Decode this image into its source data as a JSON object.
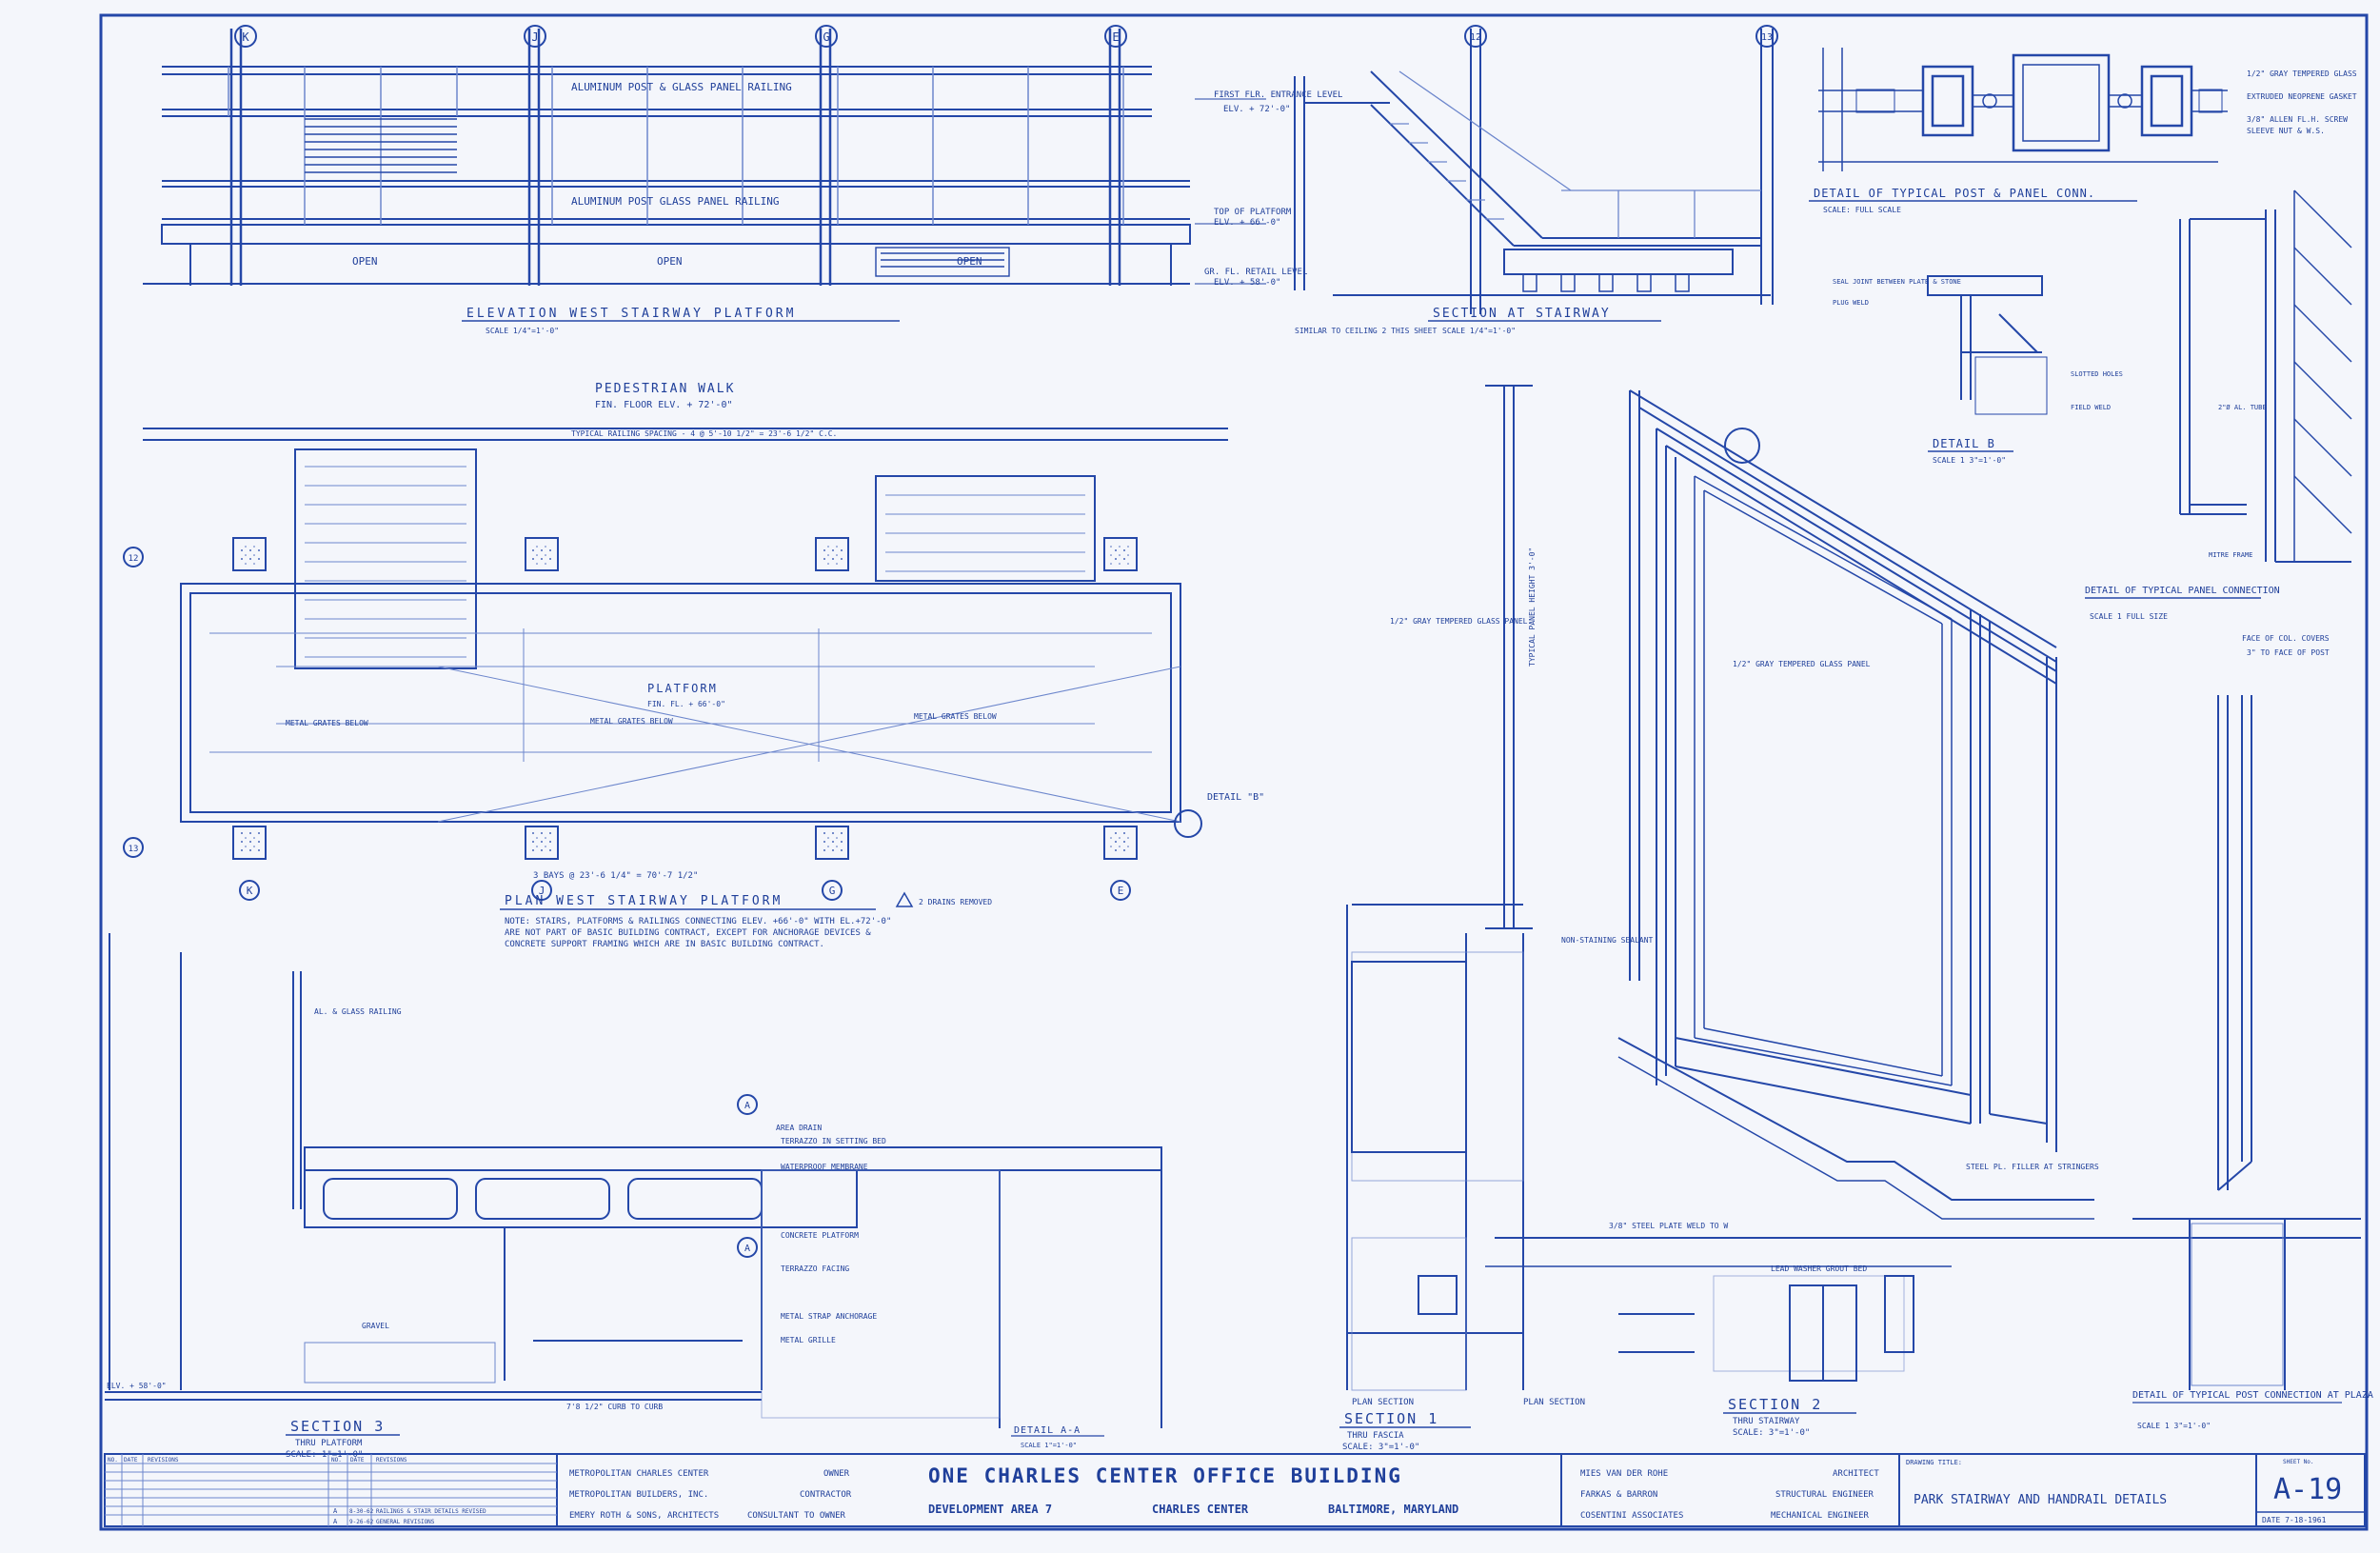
{
  "drawings": {
    "elevation": {
      "title": "ELEVATION  WEST  STAIRWAY  PLATFORM",
      "scale": "SCALE  1/4\"=1'-0\"",
      "labels": [
        "ALUMINUM POST & GLASS PANEL RAILING",
        "ALUMINUM POST  GLASS PANEL RAILING",
        "OPEN",
        "OPEN",
        "OPEN"
      ],
      "grid": [
        "K",
        "J",
        "G",
        "E"
      ],
      "levels": [
        "FIRST FLR. ENTRANCE LEVEL",
        "ELV. + 72'-0\"",
        "TOP OF PLATFORM",
        "ELV. + 66'-0\"",
        "GR. FL. RETAIL LEVEL",
        "ELV. + 58'-0\""
      ]
    },
    "section_stair": {
      "title": "SECTION  AT  STAIRWAY",
      "scale": "SCALE  1/4\"=1'-0\"",
      "grid": [
        "12",
        "13"
      ],
      "note": "SIMILAR TO CEILING 2 THIS SHEET"
    },
    "post_conn": {
      "title": "DETAIL  OF  TYPICAL  POST  &  PANEL  CONN.",
      "scale": "SCALE:  FULL  SCALE",
      "notes": [
        "1/2\" GRAY TEMPERED GLASS",
        "EXTRUDED NEOPRENE GASKET",
        "3/8\" ALLEN FL.H. SCREW",
        "SLEEVE NUT & W.S."
      ]
    },
    "detail_b": {
      "title": "DETAIL  B",
      "scale": "SCALE  1  3\"=1'-0\"",
      "notes": [
        "SEAL JOINT BETWEEN PLATE & STONE",
        "SLOTTED HOLES",
        "FIELD WELD",
        "PLUG WELD"
      ]
    },
    "panel_conn": {
      "title": "DETAIL  OF  TYPICAL  PANEL  CONNECTION",
      "scale": "SCALE  1  FULL SIZE",
      "notes": [
        "MITRE FRAME",
        "2\"Ø AL. TUBE",
        "FACE OF COL. COVERS",
        "3\" TO FACE OF POST"
      ]
    },
    "plan": {
      "title": "PLAN  WEST  STAIRWAY  PLATFORM",
      "revision_note": "2 DRAINS REMOVED",
      "walk": "PEDESTRIAN  WALK",
      "walk_floor": "FIN. FLOOR  ELV. + 72'-0\"",
      "platform": "PLATFORM",
      "platform_floor": "FIN. FL. + 66'-0\"",
      "grates": [
        "METAL GRATES BELOW",
        "METAL GRATES BELOW",
        "METAL GRATES BELOW"
      ],
      "spacing": "TYPICAL RAILING SPACING - 4 @ 5'-10 1/2\" = 23'-6 1/2\" C.C.",
      "bays": "3 BAYS @ 23'-6 1/4\" = 70'-7 1/2\"",
      "detail_ref": "DETAIL \"B\"",
      "grid_bottom": [
        "K",
        "J",
        "G",
        "E"
      ],
      "grid_side": [
        "12",
        "13"
      ],
      "note": "NOTE:  STAIRS, PLATFORMS & RAILINGS CONNECTING ELEV. +66'-0\" WITH EL.+72'-0\" ARE NOT PART OF BASIC BUILDING CONTRACT, EXCEPT FOR ANCHORAGE DEVICES & CONCRETE SUPPORT FRAMING WHICH ARE IN BASIC BUILDING CONTRACT."
    },
    "section3": {
      "title": "SECTION  3",
      "sub": "THRU  PLATFORM",
      "scale": "SCALE:  1\"=1'-0\"",
      "labels": [
        "AL. & GLASS RAILING",
        "AREA DRAIN",
        "TERRAZZO IN SETTING BED",
        "WATERPROOF MEMBRANE",
        "CONCRETE PLATFORM",
        "TERRAZZO FACING",
        "METAL STRAP ANCHORAGE",
        "METAL GRILLE",
        "GRAVEL",
        "ELV. + 58'-0\"",
        "7'8 1/2\" CURB TO CURB"
      ]
    },
    "detail_aa": {
      "title": "DETAIL  A-A",
      "scale": "SCALE  1\"=1'-0\""
    },
    "section1": {
      "title": "SECTION  1",
      "sub": "THRU  FASCIA",
      "scale": "SCALE:  3\"=1'-0\"",
      "plan": [
        "PLAN  SECTION",
        "PLAN  SECTION"
      ]
    },
    "section2": {
      "title": "SECTION  2",
      "sub": "THRU  STAIRWAY",
      "scale": "SCALE:  3\"=1'-0\"",
      "labels": [
        "TYPICAL PANEL HEIGHT 3'-0\"",
        "1/2\" GRAY TEMPERED GLASS PANEL",
        "1/2\" GRAY TEMPERED GLASS PANEL",
        "NON-STAINING SEALANT",
        "STEEL PL. FILLER AT STRINGERS",
        "3/8\" STEEL PLATE WELD TO W",
        "LEAD WASHER GROUT BED"
      ]
    },
    "plaza": {
      "title": "DETAIL  OF  TYPICAL  POST  CONNECTION  AT  PLAZA",
      "scale": "SCALE  1  3\"=1'-0\""
    }
  },
  "title_block": {
    "revisions_header": [
      "NO.",
      "DATE",
      "REVISIONS",
      "NO.",
      "DATE",
      "REVISIONS"
    ],
    "revision_rows": [
      {
        "no": "A",
        "date": "8-30-62",
        "text": "RAILINGS & STAIR DETAILS REVISED"
      },
      {
        "no": "A",
        "date": "9-26-62",
        "text": "GENERAL REVISIONS"
      }
    ],
    "parties": [
      {
        "name": "METROPOLITAN CHARLES CENTER",
        "role": "OWNER"
      },
      {
        "name": "METROPOLITAN BUILDERS, INC.",
        "role": "CONTRACTOR"
      },
      {
        "name": "EMERY ROTH & SONS, ARCHITECTS",
        "role": "CONSULTANT TO OWNER"
      }
    ],
    "project": "ONE  CHARLES  CENTER  OFFICE  BUILDING",
    "location": [
      "DEVELOPMENT  AREA  7",
      "CHARLES  CENTER",
      "BALTIMORE, MARYLAND"
    ],
    "consultants": [
      {
        "name": "MIES VAN DER ROHE",
        "role": "ARCHITECT"
      },
      {
        "name": "FARKAS & BARRON",
        "role": "STRUCTURAL ENGINEER"
      },
      {
        "name": "COSENTINI ASSOCIATES",
        "role": "MECHANICAL ENGINEER"
      }
    ],
    "drawing_title_label": "DRAWING TITLE:",
    "drawing_title": "PARK  STAIRWAY  AND  HANDRAIL  DETAILS",
    "sheet_label": "SHEET No.",
    "sheet_no": "A-19",
    "date": "DATE  7-18-1961"
  }
}
